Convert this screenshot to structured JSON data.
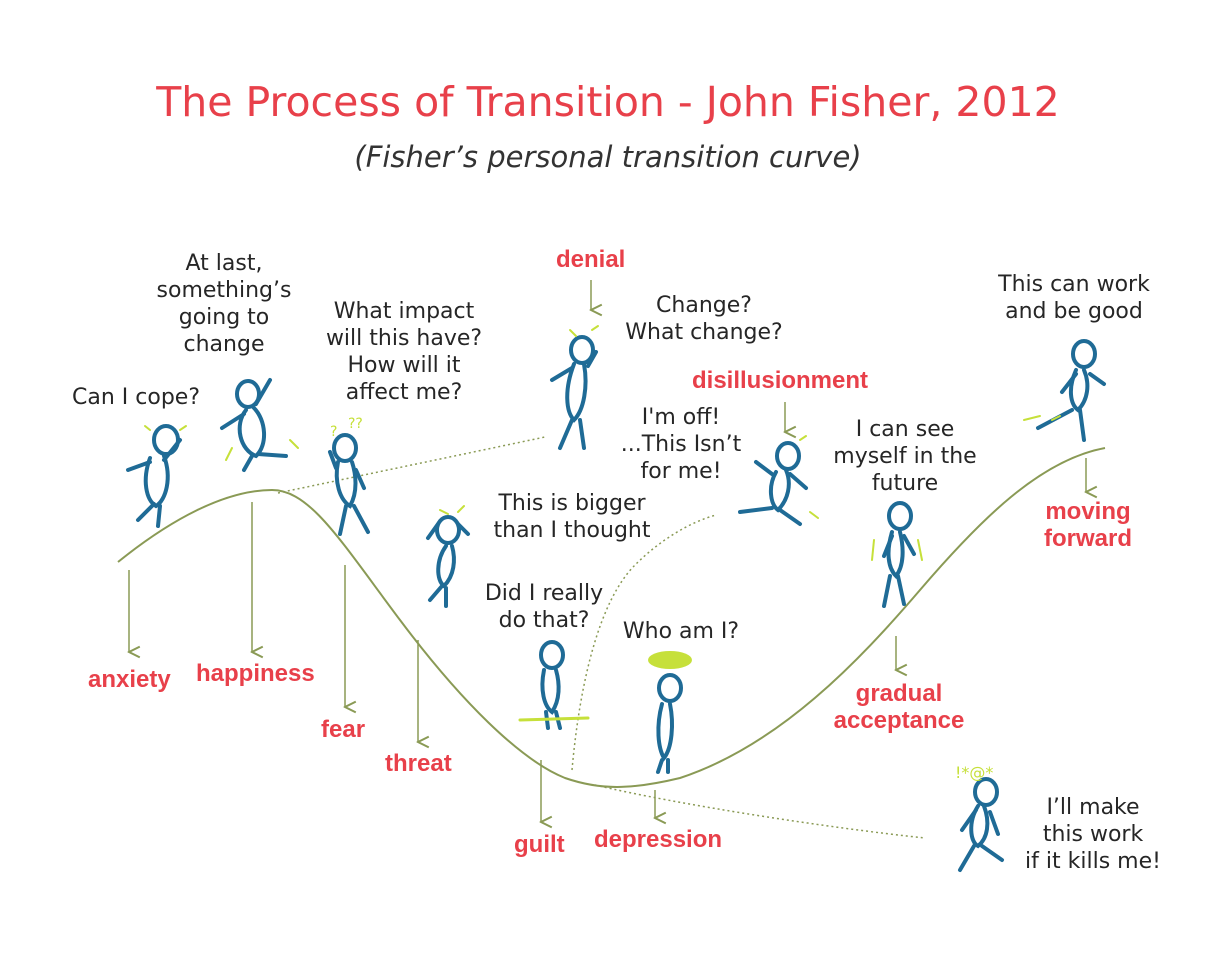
{
  "title": "The Process of Transition - John Fisher, 2012",
  "subtitle": "(Fisher’s personal transition curve)",
  "colors": {
    "title": "#e8404a",
    "stage_label": "#e8404a",
    "curve": "#8a9a55",
    "figure": "#1f6b96",
    "accent": "#c6e03a",
    "text": "#262626"
  },
  "stages": {
    "anxiety": "anxiety",
    "happiness": "happiness",
    "fear": "fear",
    "threat": "threat",
    "guilt": "guilt",
    "depression": "depression",
    "denial": "denial",
    "disillusionment": "disillusionment",
    "gradual_acceptance": "gradual\nacceptance",
    "moving_forward": "moving\nforward"
  },
  "quotes": {
    "anxiety": "Can I cope?",
    "happiness": "At last,\nsomething’s\ngoing to\nchange",
    "fear": "What impact\nwill this have?\nHow will it\naffect me?",
    "denial": "Change?\nWhat change?",
    "threat": "This is bigger\nthan I thought",
    "disillusionment": "I'm off!\n...This Isn’t\nfor me!",
    "guilt": "Did I really\ndo that?",
    "depression": "Who am I?",
    "gradual_acceptance": "I can see\nmyself in the\nfuture",
    "moving_forward": "This can work\nand be good",
    "hostility": "I’ll make\nthis work\nif it kills me!"
  }
}
